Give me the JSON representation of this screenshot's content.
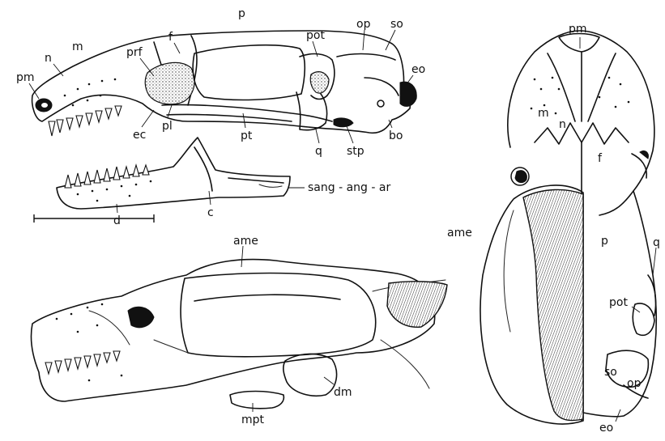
{
  "figure": {
    "labels": {
      "pm": "pm",
      "n": "n",
      "m": "m",
      "prf": "prf",
      "f": "f",
      "p": "p",
      "pot": "pot",
      "op": "op",
      "so": "so",
      "eo": "eo",
      "ec": "ec",
      "pl": "pl",
      "pt": "pt",
      "q": "q",
      "stp": "stp",
      "bo": "bo",
      "sang_ang_ar": "sang - ang - ar",
      "c": "c",
      "d": "d",
      "ame": "ame",
      "dm": "dm",
      "mpt": "mpt"
    }
  }
}
